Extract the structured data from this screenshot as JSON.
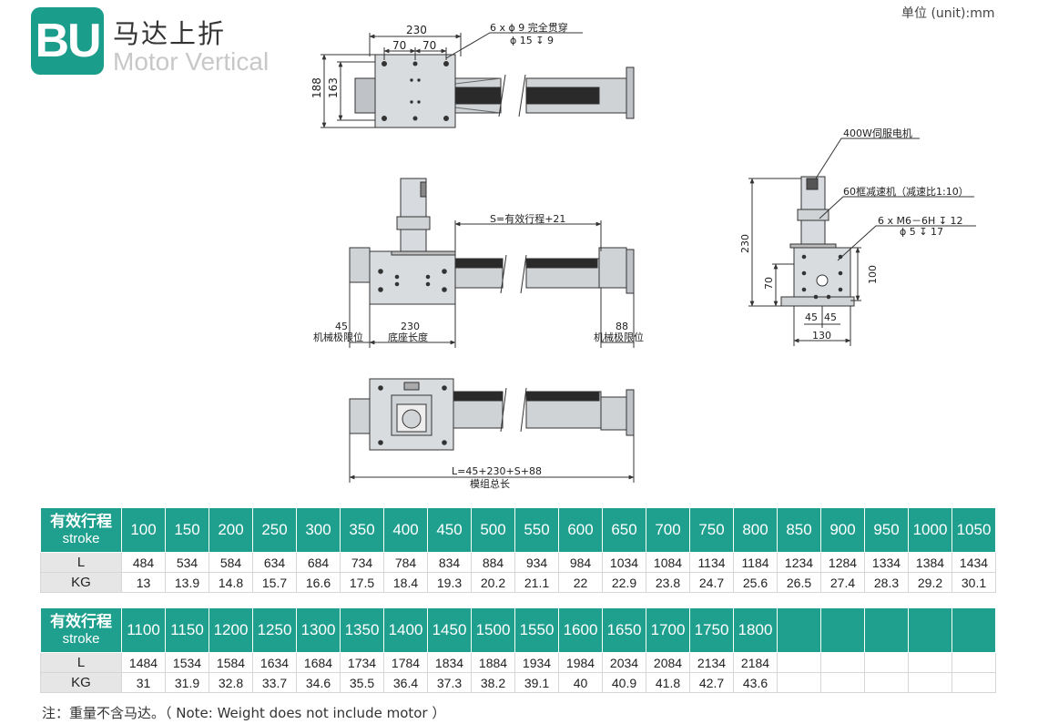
{
  "header": {
    "logo": "BU",
    "title_cn": "马达上折",
    "title_en": "Motor Vertical",
    "unit": "单位 (unit):mm"
  },
  "labels": {
    "top_230": "230",
    "top_70a": "70",
    "top_70b": "70",
    "top_188": "188",
    "top_163": "163",
    "hole_line1": "6 x  ϕ 9 完全贯穿",
    "hole_line2": "ϕ 15 ↧ 9",
    "s_label": "S=有效行程+21",
    "lim45": "45",
    "lim45_text": "机械极限位",
    "base230": "230",
    "base_text": "底座长度",
    "lim88": "88",
    "lim88_text": "机械极限位",
    "motor": "400W伺服电机",
    "reducer": "60框减速机（减速比1:10）",
    "thread1": "6 x  M6－6H ↧ 12",
    "thread2": "ϕ 5 ↧ 17",
    "side230": "230",
    "side70": "70",
    "side100": "100",
    "side45a": "45",
    "side45b": "45",
    "side130": "130",
    "total": "L=45+230+S+88",
    "total_text": "模组总长"
  },
  "table1": {
    "header_cn": "有效行程",
    "header_en": "stroke",
    "strokes": [
      "100",
      "150",
      "200",
      "250",
      "300",
      "350",
      "400",
      "450",
      "500",
      "550",
      "600",
      "650",
      "700",
      "750",
      "800",
      "850",
      "900",
      "950",
      "1000",
      "1050"
    ],
    "L_label": "L",
    "L": [
      "484",
      "534",
      "584",
      "634",
      "684",
      "734",
      "784",
      "834",
      "884",
      "934",
      "984",
      "1034",
      "1084",
      "1134",
      "1184",
      "1234",
      "1284",
      "1334",
      "1384",
      "1434"
    ],
    "KG_label": "KG",
    "KG": [
      "13",
      "13.9",
      "14.8",
      "15.7",
      "16.6",
      "17.5",
      "18.4",
      "19.3",
      "20.2",
      "21.1",
      "22",
      "22.9",
      "23.8",
      "24.7",
      "25.6",
      "26.5",
      "27.4",
      "28.3",
      "29.2",
      "30.1"
    ]
  },
  "table2": {
    "header_cn": "有效行程",
    "header_en": "stroke",
    "strokes": [
      "1100",
      "1150",
      "1200",
      "1250",
      "1300",
      "1350",
      "1400",
      "1450",
      "1500",
      "1550",
      "1600",
      "1650",
      "1700",
      "1750",
      "1800",
      "",
      "",
      "",
      "",
      ""
    ],
    "L_label": "L",
    "L": [
      "1484",
      "1534",
      "1584",
      "1634",
      "1684",
      "1734",
      "1784",
      "1834",
      "1884",
      "1934",
      "1984",
      "2034",
      "2084",
      "2134",
      "2184",
      "",
      "",
      "",
      "",
      ""
    ],
    "KG_label": "KG",
    "KG": [
      "31",
      "31.9",
      "32.8",
      "33.7",
      "34.6",
      "35.5",
      "36.4",
      "37.3",
      "38.2",
      "39.1",
      "40",
      "40.9",
      "41.8",
      "42.7",
      "43.6",
      "",
      "",
      "",
      "",
      ""
    ]
  },
  "note": "注：重量不含马达。（ Note: Weight does not include motor ）"
}
